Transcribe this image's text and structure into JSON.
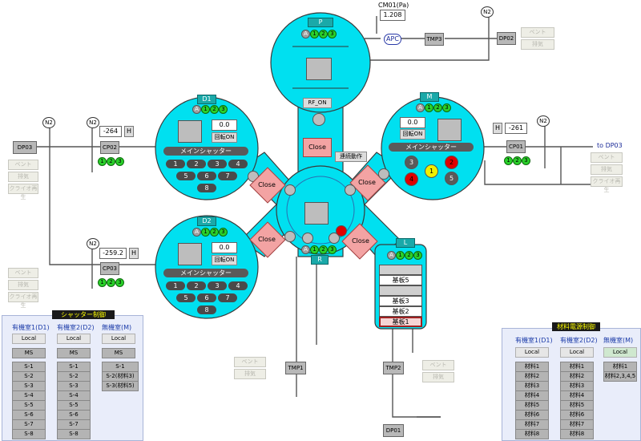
{
  "gauges": {
    "cm01_label": "CM01(Pa)",
    "cm01_value": "1.208",
    "apc": "APC"
  },
  "pumps": {
    "tmp3": "TMP3",
    "dp02": "DP02",
    "dp03": "DP03",
    "cp02": "CP02",
    "cp03": "CP03",
    "cp01": "CP01",
    "tmp1": "TMP1",
    "tmp2": "TMP2",
    "dp01": "DP01"
  },
  "n2": "N2",
  "to_dp03": "to DP03",
  "chambers": {
    "p": {
      "title": "P",
      "rf": "RF_ON"
    },
    "d1": {
      "title": "D1",
      "value": "0.0",
      "rot": "回転ON",
      "shutter": "メインシャッター",
      "slots": [
        "1",
        "2",
        "3",
        "4",
        "5",
        "6",
        "7",
        "8"
      ]
    },
    "d2": {
      "title": "D2",
      "value": "0.0",
      "rot": "回転ON",
      "shutter": "メインシャッター",
      "slots": [
        "1",
        "2",
        "3",
        "4",
        "5",
        "6",
        "7",
        "8"
      ]
    },
    "m": {
      "title": "M",
      "value": "0.0",
      "rot": "回転ON",
      "shutter": "メインシャッター",
      "slots": [
        "3",
        "2",
        "4",
        "5",
        "1"
      ]
    },
    "r": {
      "title": "R"
    },
    "l": {
      "title": "L",
      "loads": [
        "基板5",
        "",
        "基板3",
        "基板2",
        "基板1"
      ]
    }
  },
  "abc": {
    "a": "A",
    "b1": "1",
    "b2": "2",
    "b3": "3"
  },
  "close": "Close",
  "renzoku": "連続動作",
  "temps": {
    "cp02": "-264",
    "cp03": "-259.2",
    "cp01": "-261",
    "h": "H"
  },
  "vent_buttons": {
    "vent": "ベント",
    "exhaust": "排気",
    "cryo": "クライオ再生"
  },
  "shutter_panel": {
    "title": "シャッター制御",
    "cols": [
      "有機室1(D1)",
      "有機室2(D2)",
      "無機室(M)"
    ],
    "local": "Local",
    "ms": "MS",
    "d1_items": [
      "S-1",
      "S-2",
      "S-3",
      "S-4",
      "S-5",
      "S-6",
      "S-7",
      "S-8"
    ],
    "d2_items": [
      "S-1",
      "S-2",
      "S-3",
      "S-4",
      "S-5",
      "S-6",
      "S-7",
      "S-8"
    ],
    "m_items": [
      "S-1",
      "S-2(材料3)",
      "S-3(材料5)"
    ]
  },
  "power_panel": {
    "title": "材料電源制御",
    "cols": [
      "有機室1(D1)",
      "有機室2(D2)",
      "無機室(M)"
    ],
    "local": "Local",
    "d1_items": [
      "材料1",
      "材料2",
      "材料3",
      "材料4",
      "材料5",
      "材料6",
      "材料7",
      "材料8"
    ],
    "d2_items": [
      "材料1",
      "材料2",
      "材料3",
      "材料4",
      "材料5",
      "材料6",
      "材料7",
      "材料8"
    ],
    "m_items": [
      "材料1",
      "材料2,3,4,5"
    ]
  },
  "colors": {
    "chamber": "#00e0f0",
    "accent_red": "#e00000",
    "accent_yellow": "#f0f000",
    "ok_green": "#22cc22"
  }
}
